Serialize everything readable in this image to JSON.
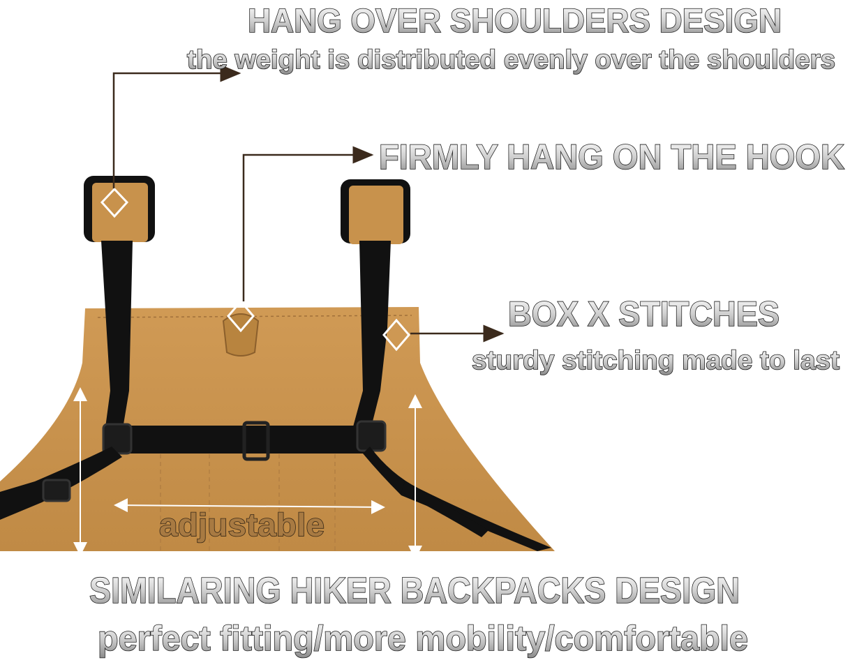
{
  "callouts": {
    "shoulders": {
      "title": "HANG OVER SHOULDERS DESIGN",
      "subtitle": "the weight is distributed evenly over the shoulders"
    },
    "hook": {
      "title": "FIRMLY HANG ON THE HOOK"
    },
    "stitches": {
      "title": "BOX X STITCHES",
      "subtitle": "sturdy stitching made to last"
    },
    "adjustable": {
      "label": "adjustable"
    },
    "backpack": {
      "title": "SIMILARING HIKER BACKPACKS DESIGN",
      "subtitle": "perfect fitting/more mobility/comfortable"
    }
  },
  "colors": {
    "canvas": "#c8924c",
    "strap": "#111111",
    "leader_line": "#3b2a1c",
    "arrow": "#ffffff"
  }
}
